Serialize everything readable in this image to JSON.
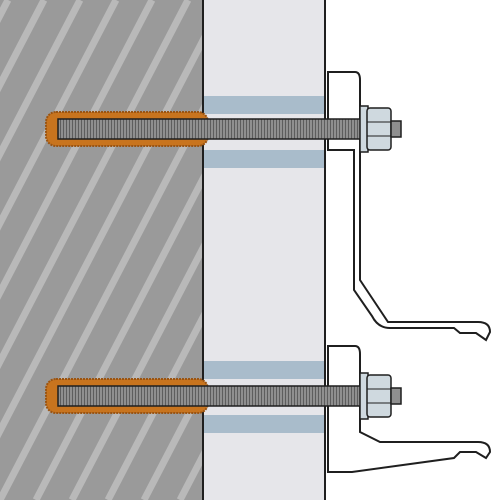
{
  "diagram": {
    "subject": "anchor-bolt-fixing-section",
    "colors": {
      "substrate": "#9a9a9a",
      "substrate_hatch": "#b9b9b9",
      "insulation": "#e6e6ea",
      "insulation_band": "#a9bccb",
      "adhesive": "#c8741e",
      "rod": "#8f8f8f",
      "rod_thread": "#5d5d5d",
      "nut": "#cfd9df",
      "bracket": "#ffffff",
      "outline": "#1f1f1f"
    },
    "anchors": [
      {
        "name": "upper-anchor"
      },
      {
        "name": "lower-anchor"
      }
    ]
  }
}
